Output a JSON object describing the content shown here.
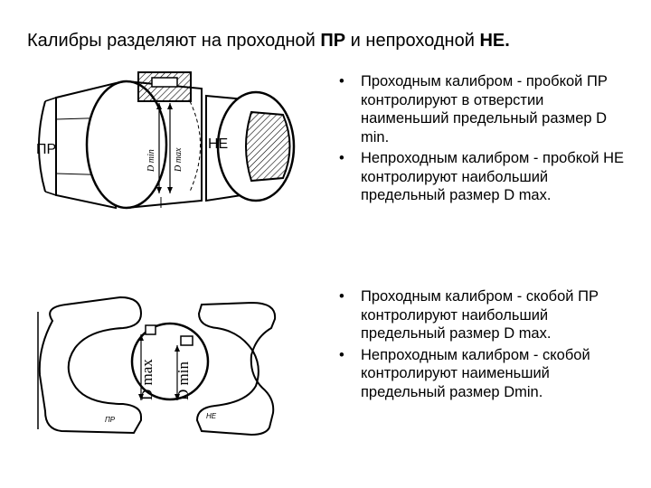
{
  "title": {
    "part1": "Калибры разделяют на проходной ",
    "bold1": "ПР",
    "part2": " и непроходной ",
    "bold2": "НЕ."
  },
  "top_figure": {
    "label_pr": "ПР",
    "label_ne": "НЕ",
    "label_dmin": "D min",
    "label_dmax": "D max"
  },
  "bottom_figure": {
    "label_dmax": "D max",
    "label_dmin": "D min",
    "label_pr": "ПР",
    "label_ne": "НЕ"
  },
  "top_bullets": [
    {
      "marker": "•",
      "text": "Проходным калибром - пробкой ПР контролируют в отверстии наименьший предельный размер D min."
    },
    {
      "marker": "•",
      "text": "Непроходным калибром - пробкой НЕ контролируют наибольший предельный размер D max."
    }
  ],
  "bottom_bullets": [
    {
      "marker": "•",
      "text": "Проходным калибром - скобой ПР контролируют наибольший предельный размер D max."
    },
    {
      "marker": "•",
      "text": "Непроходным калибром - скобой контролируют наименьший предельный размер Dmin."
    }
  ]
}
